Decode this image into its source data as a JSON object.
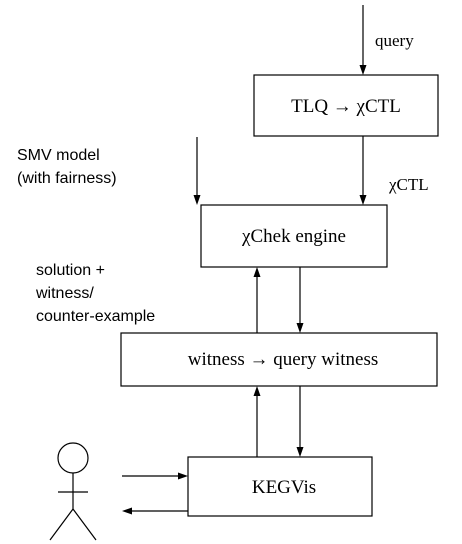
{
  "boxes": {
    "translator": "TLQ → χCTL",
    "engine": "χChek engine",
    "witness_converter": "witness → query witness",
    "visualizer": "KEGVis"
  },
  "labels": {
    "query": "query",
    "chictl": "χCTL",
    "smv_model": [
      "SMV model",
      "(with fairness)"
    ],
    "solution": [
      "solution +",
      "witness/",
      "counter-example"
    ]
  },
  "actor": "user"
}
